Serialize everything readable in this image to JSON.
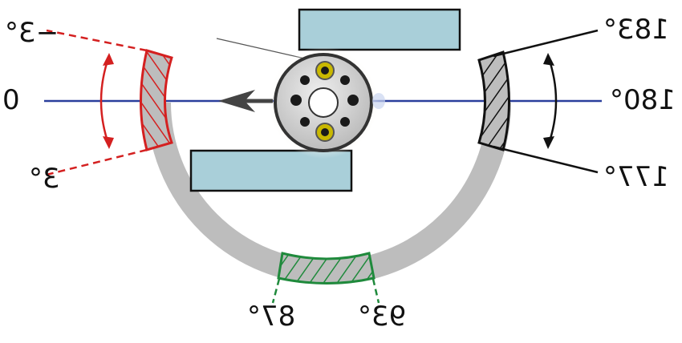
{
  "labels": {
    "left_top": "−3°",
    "left_mid": "0°",
    "left_bot": "3°",
    "right_top": "183°",
    "right_mid": "180°",
    "right_bot": "177°",
    "bottom_left": "87°",
    "bottom_right": "93°"
  },
  "colors": {
    "axis": "#2a3f9c",
    "arc": "#bdbdbd",
    "left_marker": "#d42020",
    "right_marker": "#111111",
    "bottom_marker": "#1f8a3c",
    "plate": "#a9cfd9",
    "plate_border": "#111111",
    "sample_disk": "#dcdcdc",
    "hole_yellow": "#c9b800",
    "hole_black": "#1a1a1a"
  },
  "icons": {
    "beam_arrow": "arrow-left-icon",
    "sample": "sample-holder-icon"
  }
}
